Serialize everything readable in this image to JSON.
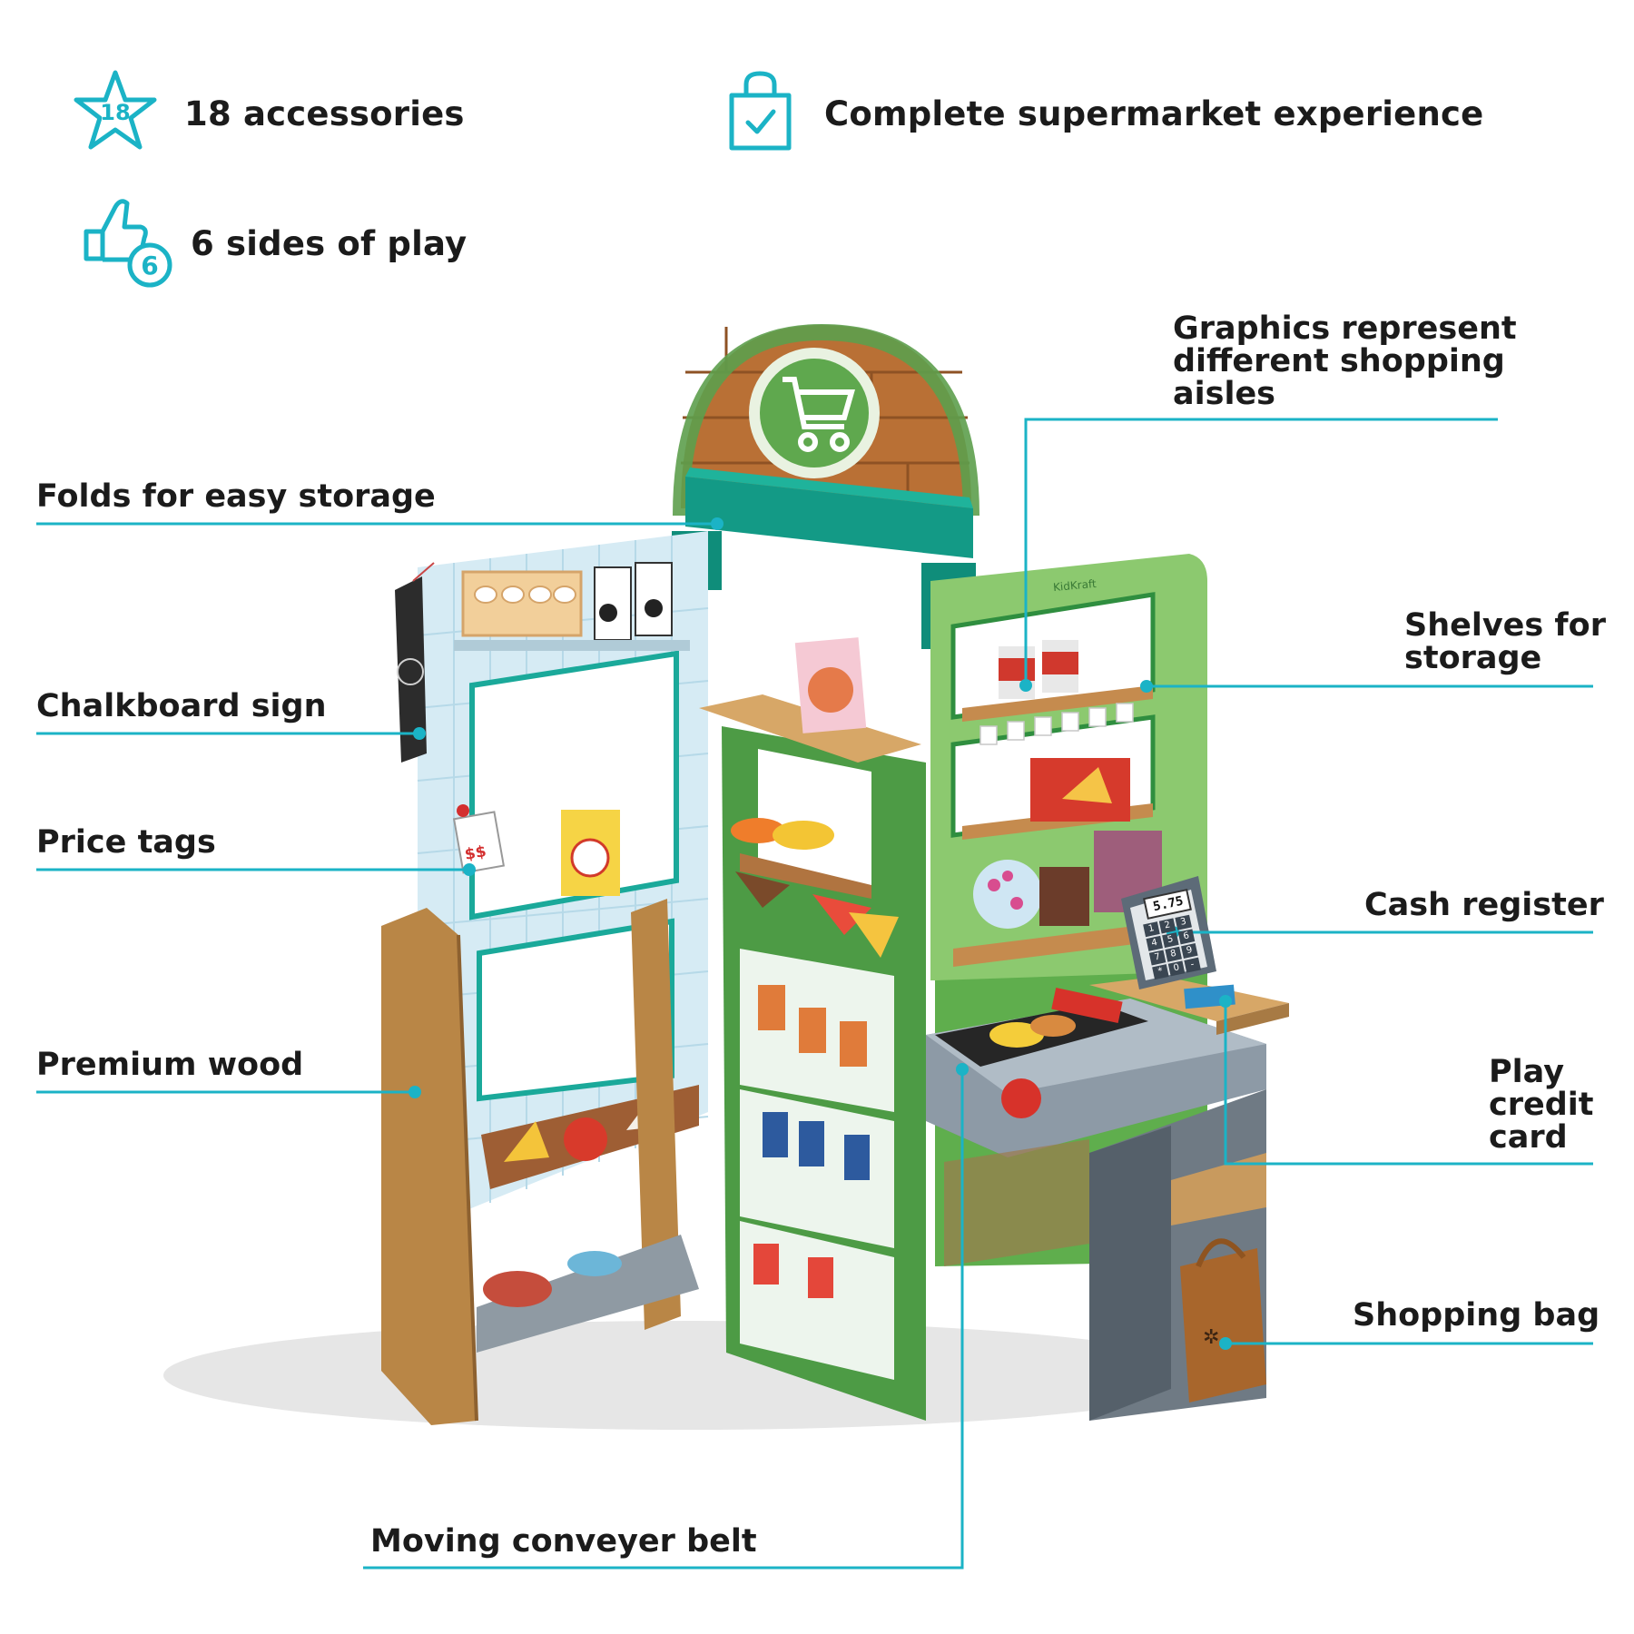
{
  "accent_color": "#1bb3c6",
  "features": {
    "accessories": {
      "icon": "star-18-icon",
      "badge": "18",
      "label": "18 accessories"
    },
    "experience": {
      "icon": "shopping-bag-check-icon",
      "label": "Complete supermarket experience"
    },
    "sides": {
      "icon": "thumbs-up-6-icon",
      "badge": "6",
      "label": "6 sides of play"
    }
  },
  "callouts": {
    "folds": "Folds for easy storage",
    "chalkboard": "Chalkboard sign",
    "price_tags": "Price tags",
    "premium_wood": "Premium wood",
    "conveyor": "Moving conveyer belt",
    "graphics": [
      "Graphics represent",
      "different shopping",
      "aisles"
    ],
    "shelves": [
      "Shelves for",
      "storage"
    ],
    "cash_register": "Cash register",
    "credit_card": [
      "Play",
      "credit",
      "card"
    ],
    "shopping_bag": "Shopping bag"
  },
  "product": {
    "brand_mark": "KidKraft",
    "register_display": "5.75",
    "price_tag": "$$",
    "register_keys": [
      "1",
      "2",
      "3",
      "4",
      "5",
      "6",
      "7",
      "8",
      "9",
      "*",
      "0",
      "-"
    ]
  }
}
